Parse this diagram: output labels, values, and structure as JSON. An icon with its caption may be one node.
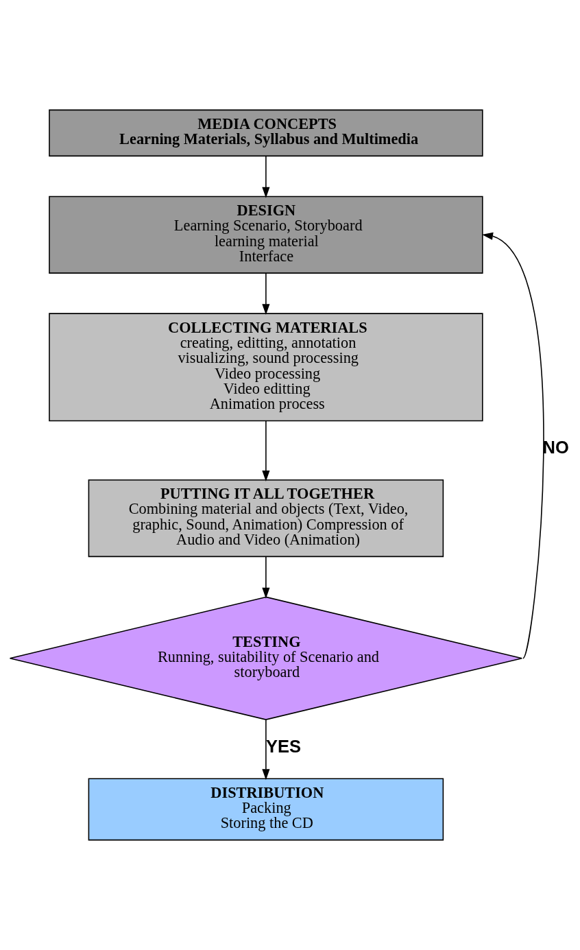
{
  "diagram": {
    "nodes": [
      {
        "text": [
          "MEDIA CONCEPTS",
          "Learning Materials, Syllabus and Multimedia"
        ]
      },
      {
        "text": [
          "DESIGN",
          "Learning Scenario, Storyboard",
          "learning material",
          "Interface"
        ]
      },
      {
        "text": [
          "COLLECTING MATERIALS",
          "creating, editting, annotation",
          "visualizing, sound processing",
          "Video processing",
          "Video editting",
          "Animation process"
        ]
      },
      {
        "text": [
          "PUTTING IT ALL TOGETHER",
          "Combining material and objects (Text, Video, graphic, Sound, Animation) Compression of Audio and Video (Animation)"
        ]
      },
      {
        "text": [
          "TESTING",
          "Running, suitability of Scenario and storyboard"
        ]
      },
      {
        "text": [
          "DISTRIBUTION",
          "Packing",
          "Storing the CD"
        ]
      }
    ],
    "edges": [
      {
        "from": 0,
        "to": 1,
        "arrow": "to"
      },
      {
        "from": 1,
        "to": 2,
        "arrow": "to"
      },
      {
        "from": 2,
        "to": 3,
        "arrow": "to"
      },
      {
        "from": 3,
        "to": 4,
        "arrow": "to"
      },
      {
        "from": 4,
        "to": 5,
        "arrow": "to",
        "label": "YES"
      },
      {
        "from": 4,
        "to": 1,
        "arrow": "to",
        "label": "NO"
      }
    ]
  }
}
